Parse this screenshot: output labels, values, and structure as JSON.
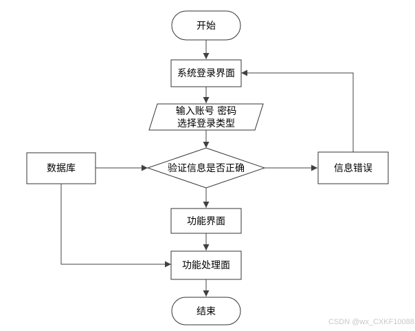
{
  "nodes": {
    "start": "开始",
    "login_page": "系统登录界面",
    "input_line1": "输入账号 密码",
    "input_line2": "选择登录类型",
    "verify": "验证信息是否正确",
    "database": "数据库",
    "info_error": "信息错误",
    "function_page": "功能界面",
    "function_process": "功能处理面",
    "end": "结束"
  },
  "watermark": "CSDN @wx_CXKF10088"
}
